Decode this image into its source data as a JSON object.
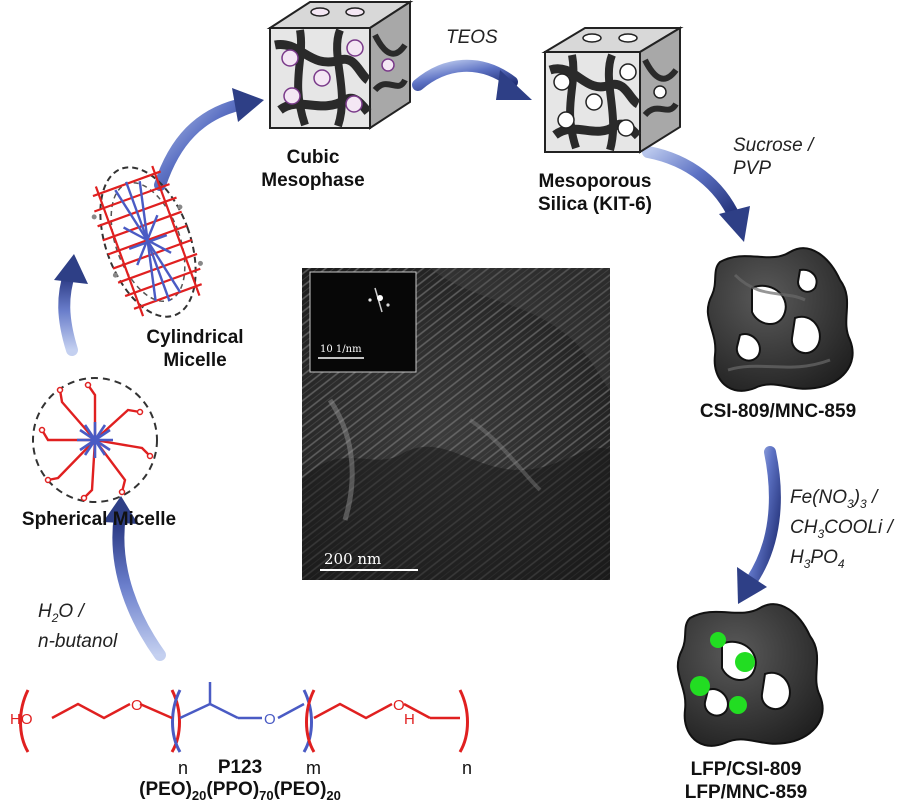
{
  "labels": {
    "cubic_line1": "Cubic",
    "cubic_line2": "Mesophase",
    "silica_line1": "Mesoporous",
    "silica_line2": "Silica (KIT-6)",
    "carbon": "CSI-809/MNC-859",
    "lfp_line1": "LFP/CSI-809",
    "lfp_line2": "LFP/MNC-859",
    "cyl_line1": "Cylindrical",
    "cyl_line2": "Micelle",
    "spherical": "Spherical Micelle",
    "p123": "P123"
  },
  "reagents": {
    "teos": "TEOS",
    "sucrose_line1": "Sucrose /",
    "sucrose_line2": "PVP",
    "water": "O /",
    "butanol": "n-butanol",
    "iron_a": "Fe(NO",
    "iron_b": ")",
    "iron_c": " /",
    "acetate_a": "CH",
    "acetate_b": "COOLi /",
    "phos_a": "H",
    "phos_b": "PO"
  },
  "subscripts": {
    "two": "2",
    "three": "3",
    "four": "4",
    "twenty": "20",
    "seventy": "70"
  },
  "formula": {
    "peo": "(PEO)",
    "ppo": "(PPO)"
  },
  "polymer": {
    "end_left": "HO",
    "end_right": "H",
    "o": "O",
    "n": "n",
    "m": "m"
  },
  "tem": {
    "inset_scale": "10 1/nm",
    "scale_bar": "200 nm"
  },
  "colors": {
    "peo": "#e02020",
    "ppo": "#4a5bc4",
    "arrow": "#2e3f86",
    "carbon": "#2d2d2d",
    "lfp_particle": "#22dd22"
  }
}
